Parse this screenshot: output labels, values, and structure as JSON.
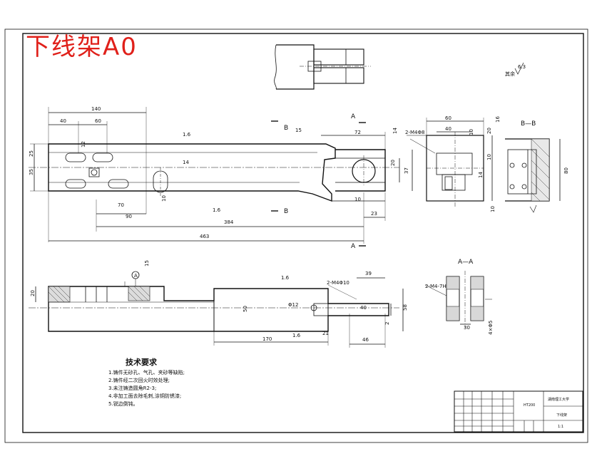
{
  "title": "下线架A0",
  "roughness": {
    "label": "其余",
    "value": "6.3"
  },
  "section_labels": {
    "a": "A",
    "b": "B",
    "a_a": "A—A",
    "b_b": "B—B"
  },
  "datum_label": "A",
  "callouts": {
    "hole1": "2-M4Φ8",
    "hole2": "2-M4Φ10",
    "hole3": "2-M4-7H",
    "dia": "Φ12",
    "thread": "4×Φ5"
  },
  "dims_top": [
    "140",
    "40",
    "60",
    "12",
    "14",
    "15",
    "72",
    "14",
    "20",
    "37",
    "10",
    "70",
    "10",
    "90",
    "384",
    "23",
    "463",
    "25",
    "35",
    "1.6",
    "1.6"
  ],
  "dims_side": [
    "60",
    "40",
    "10",
    "20",
    "16",
    "10",
    "14",
    "10",
    "80"
  ],
  "dims_front": [
    "15",
    "20",
    "1.6",
    "39",
    "50",
    "58",
    "40",
    "170",
    "21",
    "46",
    "1.6",
    "2",
    "30"
  ],
  "tech_requirements": {
    "heading": "技术要求",
    "items": [
      "1.铸件无砂孔、气孔、夹砂等缺陷;",
      "2.铸件经二次回火时效处理;",
      "3.未注铸造圆角R2-3;",
      "4.非加工面去除毛刺,涂铜防锈漆;",
      "5.锐边倒钝。"
    ]
  },
  "title_block": {
    "school": "湖南理工大学",
    "part_name": "下线架",
    "material": "HT200",
    "scale": "1:1"
  }
}
